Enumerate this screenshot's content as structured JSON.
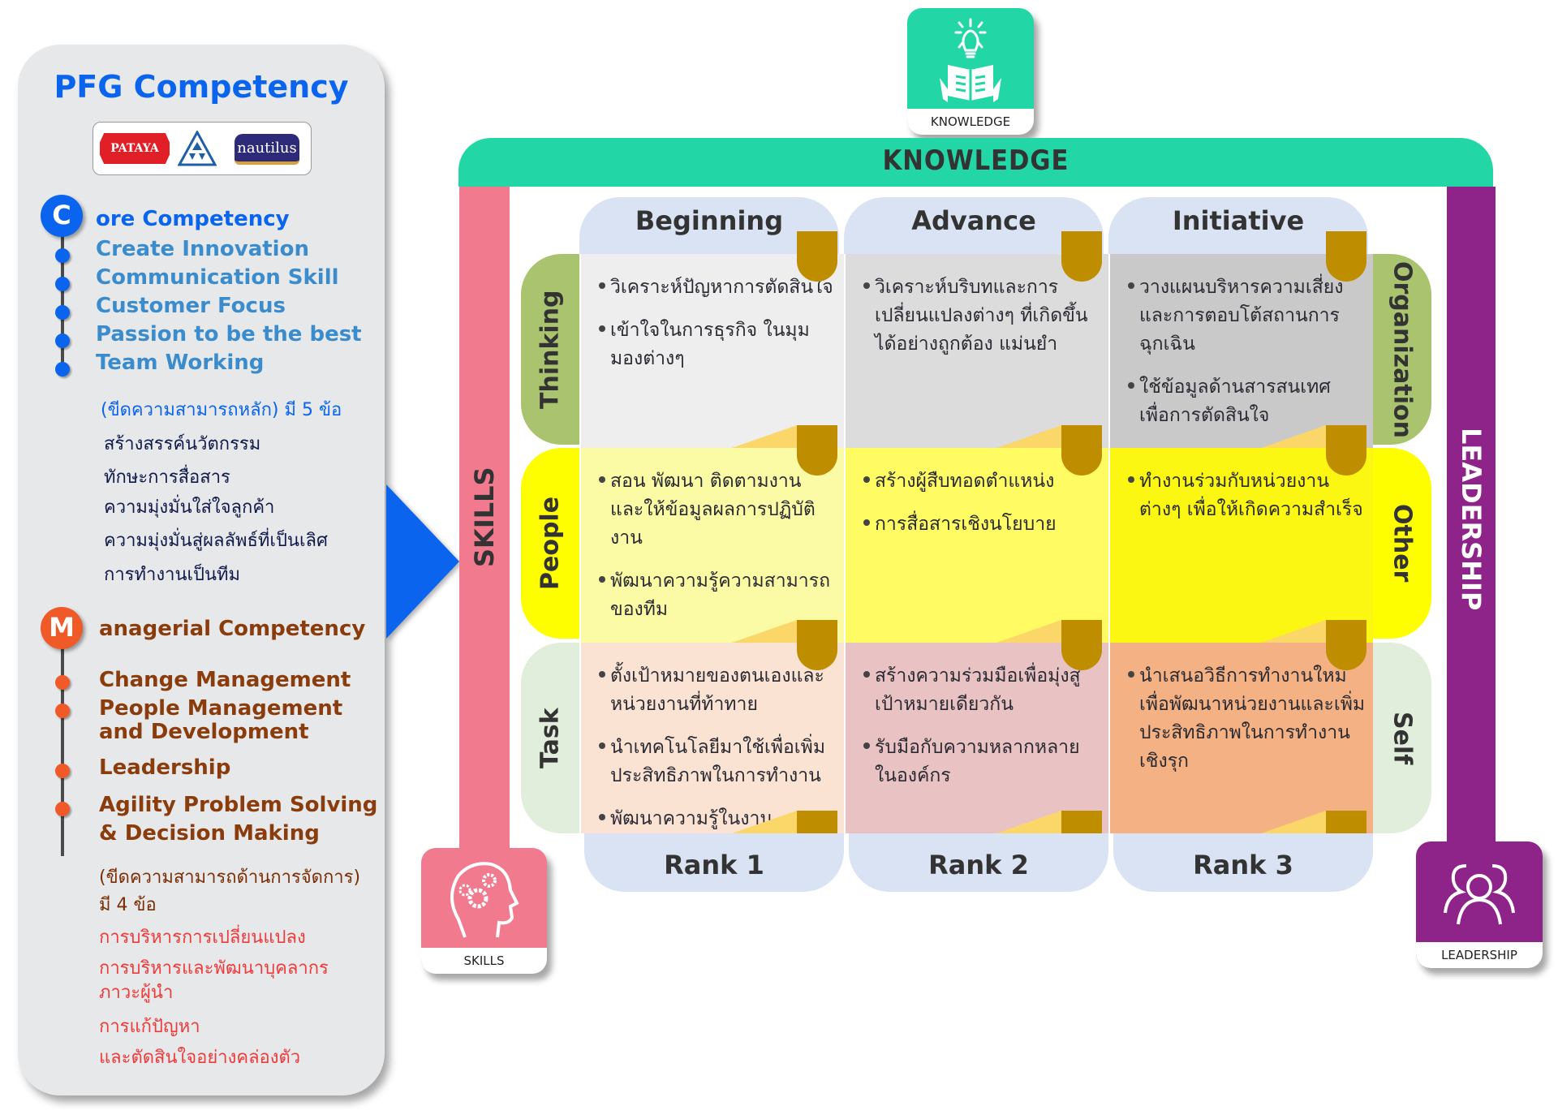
{
  "left_panel": {
    "title": "PFG Competency",
    "logos": [
      "PATAYA",
      "triangle-logo",
      "nautilus"
    ],
    "core": {
      "letter": "C",
      "heading": "ore Competency",
      "items": [
        "Create Innovation",
        "Communication Skill",
        "Customer Focus",
        "Passion to be the best",
        "Team Working"
      ],
      "note": "(ขีดความสามารถหลัก) มี 5 ข้อ",
      "thai_items": [
        "สร้างสรรค์นวัตกรรม",
        "ทักษะการสื่อสาร",
        "ความมุ่งมั่นใส่ใจลูกค้า",
        "ความมุ่งมั่นสู่ผลลัพธ์ที่เป็นเลิศ",
        "การทำงานเป็นทีม"
      ]
    },
    "managerial": {
      "letter": "M",
      "heading": "anagerial Competency",
      "items": [
        "Change Management",
        "People Management",
        "and Development",
        "Leadership",
        "Agility Problem Solving",
        "& Decision Making"
      ],
      "note_line1": "(ขีดความสามารถด้านการจัดการ)",
      "note_line2": "มี 4 ข้อ",
      "thai_items": [
        "การบริหารการเปลี่ยนแปลง",
        "การบริหารและพัฒนาบุคลากร",
        "ภาวะผู้นำ",
        "การแก้ปัญหา",
        "และตัดสินใจอย่างคล่องตัว"
      ]
    }
  },
  "frame": {
    "top_label": "KNOWLEDGE",
    "left_label": "SKILLS",
    "right_label": "LEADERSHIP",
    "knowledge_icon_label": "KNOWLEDGE",
    "skills_icon_label": "SKILLS",
    "leadership_icon_label": "LEADERSHIP"
  },
  "grid": {
    "columns": [
      "Beginning",
      "Advance",
      "Initiative"
    ],
    "ranks": [
      "Rank 1",
      "Rank 2",
      "Rank 3"
    ],
    "rows_left": [
      "Thinking",
      "People",
      "Task"
    ],
    "rows_right": [
      "Organization",
      "Other",
      "Self"
    ],
    "cells": [
      [
        [
          "วิเคราะห์ปัญหาการตัดสินใจ",
          "เข้าใจในการธุรกิจ ในมุมมองต่างๆ"
        ],
        [
          "วิเคราะห์บริบทและการเปลี่ยนแปลงต่างๆ ที่เกิดขึ้น ได้อย่างถูกต้อง แม่นยำ"
        ],
        [
          "วางแผนบริหารความเสี่ยงและการตอบโต้สถานการฉุกเฉิน",
          "ใช้ข้อมูลด้านสารสนเทศ เพื่อการตัดสินใจ"
        ]
      ],
      [
        [
          "สอน พัฒนา ติดตามงาน และให้ข้อมูลผลการปฏิบัติงาน",
          "พัฒนาความรู้ความสามารถของทีม"
        ],
        [
          "สร้างผู้สืบทอดตำแหน่ง",
          "การสื่อสารเชิงนโยบาย"
        ],
        [
          "ทำงานร่วมกับหน่วยงานต่างๆ เพื่อให้เกิดความสำเร็จ"
        ]
      ],
      [
        [
          "ตั้งเป้าหมายของตนเองและหน่วยงานที่ท้าทาย",
          "นำเทคโนโลยีมาใช้เพื่อเพิ่มประสิทธิภาพในการทำงาน",
          "พัฒนาความรู้ในงาน"
        ],
        [
          "สร้างความร่วมมือเพื่อมุ่งสู่เป้าหมายเดียวกัน",
          "รับมือกับความหลากหลายในองค์กร"
        ],
        [
          "นำเสนอวิธีการทำงานใหม่เพื่อพัฒนาหน่วยงานและเพิ่มประสิทธิภาพในการทำงานเชิงรุก"
        ]
      ]
    ]
  },
  "colors": {
    "knowledge": "#22d6a6",
    "skills": "#f27a8f",
    "leadership": "#8e248a",
    "core_blue": "#0a64ee",
    "managerial_orange": "#f05a28",
    "header_blue": "#dae3f3",
    "tab_gold": "#bf8d00"
  }
}
